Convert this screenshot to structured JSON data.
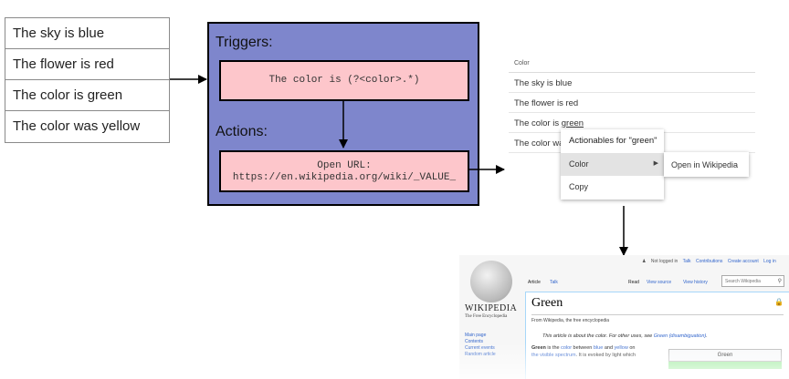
{
  "input_table": {
    "rows": [
      "The sky is blue",
      "The flower is red",
      "The color is green",
      "The color was yellow"
    ]
  },
  "rule": {
    "triggers_label": "Triggers:",
    "trigger_pattern": "The color is (?<color>.*)",
    "actions_label": "Actions:",
    "action_line1": "Open URL:",
    "action_line2": "https://en.wikipedia.org/wiki/_VALUE_"
  },
  "app": {
    "column_header": "Color",
    "rows": [
      "The sky is blue",
      "The flower is red"
    ],
    "row3_prefix": "The color is ",
    "row3_match": "green",
    "row4": "The color wa",
    "menu": {
      "title": "Actionables for \"green\"",
      "items": [
        "Color",
        "Copy"
      ],
      "submenu_item": "Open in Wikipedia"
    }
  },
  "wikipedia": {
    "logo": "WIKIPEDIA",
    "tagline": "The Free Encyclopedia",
    "nav": [
      "Main page",
      "Contents",
      "Current events",
      "Random article"
    ],
    "top_links": {
      "not_logged_in": "Not logged in",
      "talk": "Talk",
      "contributions": "Contributions",
      "create_account": "Create account",
      "log_in": "Log in"
    },
    "tabs": {
      "article": "Article",
      "talk": "Talk",
      "read": "Read",
      "view_source": "View source",
      "view_history": "View history"
    },
    "search_placeholder": "Search Wikipedia",
    "title": "Green",
    "from": "From Wikipedia, the free encyclopedia",
    "hatnote_prefix": "This article is about the color. For other uses, see ",
    "hatnote_link": "Green (disambiguation)",
    "hatnote_suffix": ".",
    "lead_1": "Green",
    "lead_2": " is the ",
    "lead_3": "color",
    "lead_4": " between ",
    "lead_5": "blue",
    "lead_6": " and ",
    "lead_7": "yellow",
    "lead_8": " on",
    "lead_9": "the visible spectrum",
    "lead_10": ". It is evoked by light which",
    "infobox_title": "Green"
  }
}
